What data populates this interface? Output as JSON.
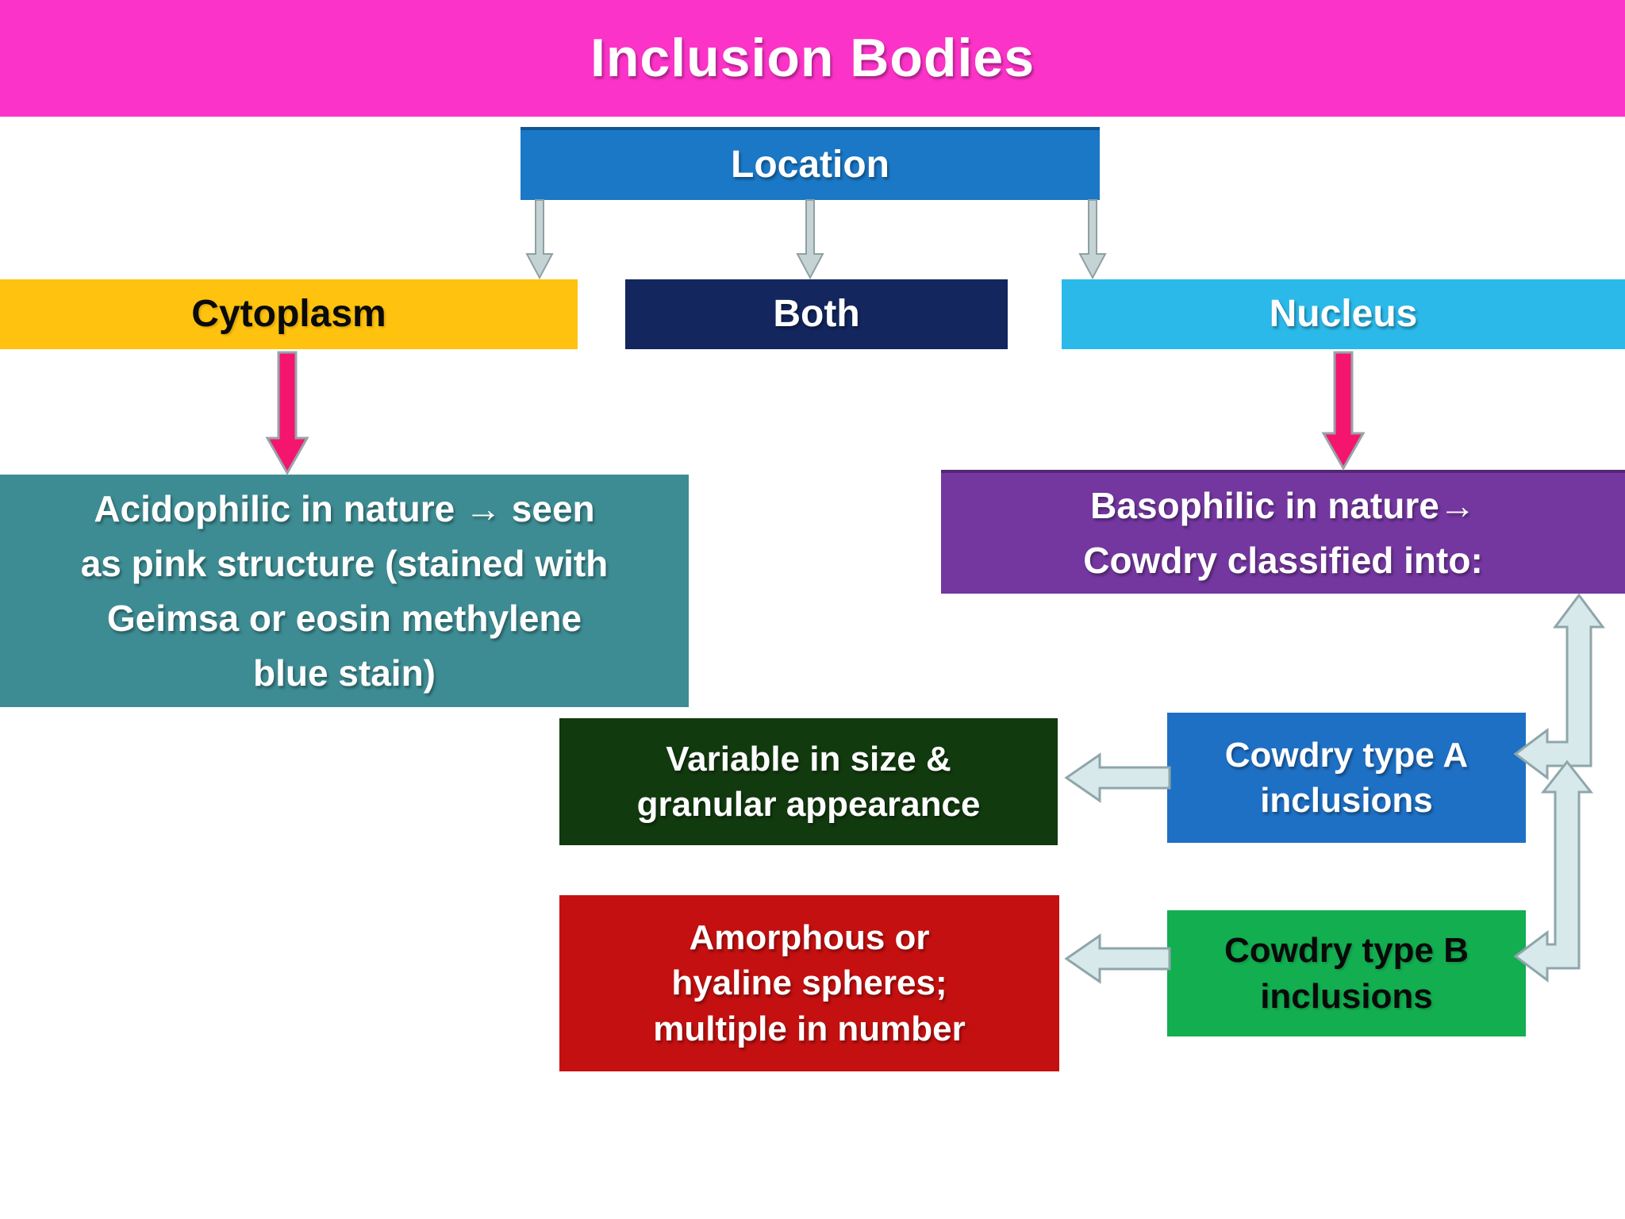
{
  "title": "Inclusion Bodies",
  "nodes": {
    "location": {
      "label": "Location"
    },
    "cytoplasm": {
      "label": "Cytoplasm"
    },
    "both": {
      "label": "Both"
    },
    "nucleus": {
      "label": "Nucleus"
    },
    "acidophilic": {
      "text": "Acidophilic in nature → seen\nas pink structure (stained with\nGeimsa or eosin methylene\nblue stain)"
    },
    "basophilic": {
      "text": "Basophilic in nature→\nCowdry classified into:"
    },
    "cowdry_a": {
      "text": "Cowdry type A\ninclusions"
    },
    "cowdry_a_desc": {
      "text": "Variable in size &\ngranular appearance"
    },
    "cowdry_b": {
      "text": "Cowdry type B\ninclusions"
    },
    "cowdry_b_desc": {
      "text": "Amorphous or\nhyaline spheres;\nmultiple in number"
    }
  },
  "colors": {
    "banner": "#FC33C8",
    "location": "#1A78C6",
    "cytoplasm": "#FFC20E",
    "both": "#13265E",
    "nucleus": "#2BB9E9",
    "acidophilic": "#3D8C93",
    "basophilic": "#7437A0",
    "cowdry_a": "#1E70C5",
    "cowdry_a_desc": "#123A0F",
    "cowdry_b": "#12AE50",
    "cowdry_b_desc": "#C41010",
    "pink_arrow_fill": "#F4156F",
    "pink_arrow_stroke": "#9AA4A8",
    "stem_fill": "#C5D3D5",
    "stem_stroke": "#8FA0A4",
    "connector_fill": "#D7E9EB",
    "connector_stroke": "#8FA6AB"
  }
}
